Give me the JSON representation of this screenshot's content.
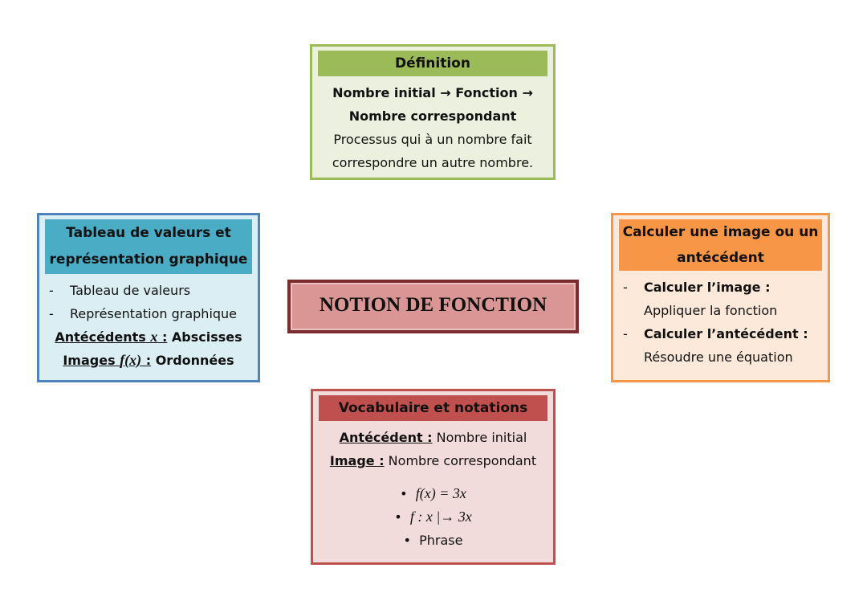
{
  "center": {
    "title": "NOTION DE FONCTION"
  },
  "definition": {
    "title": "Définition",
    "line1": "Nombre initial → Fonction →",
    "line2": "Nombre correspondant",
    "line3": "Processus qui à un nombre fait",
    "line4": "correspondre un autre nombre."
  },
  "tableau": {
    "title": "Tableau de valeurs et représentation graphique",
    "items": [
      "Tableau de valeurs",
      "Représentation graphique"
    ],
    "ante_label": "Antécédents",
    "ante_var": "x",
    "ante_sep": " :",
    "ante_value": " Abscisses",
    "img_label": "Images",
    "img_var": "f(x)",
    "img_sep": " :",
    "img_value": " Ordonnées"
  },
  "calcul": {
    "title": "Calculer une image ou un antécédent",
    "item1_label": "Calculer l’image :",
    "item1_text": "Appliquer la fonction",
    "item2_label": "Calculer l’antécédent :",
    "item2_text": "Résoudre une équation"
  },
  "vocab": {
    "title": "Vocabulaire et notations",
    "ante_label": "Antécédent :",
    "ante_text": " Nombre initial",
    "img_label": "Image :",
    "img_text": " Nombre correspondant",
    "notations": [
      "f(x) = 3x",
      "f : x |→ 3x",
      "Phrase"
    ]
  },
  "colors": {
    "green": "#9bbb59",
    "blue": "#4bacc6",
    "orange": "#f79646",
    "red": "#c0504d",
    "maroon": "#7b2c2c"
  }
}
